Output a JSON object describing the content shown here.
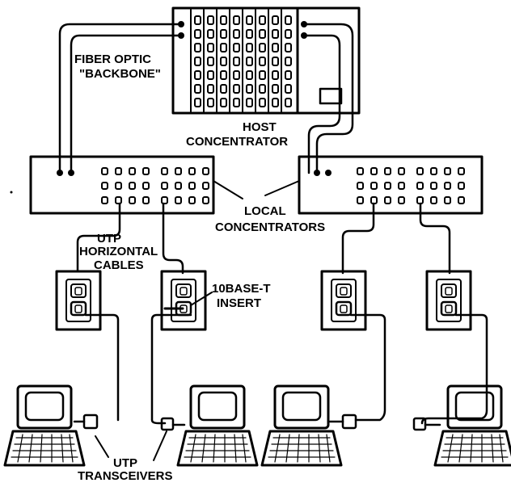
{
  "labels": {
    "fiber_line1": "FIBER OPTIC",
    "fiber_line2": "\"BACKBONE\"",
    "host_line1": "HOST",
    "host_line2": "CONCENTRATOR",
    "local_line1": "LOCAL",
    "local_line2": "CONCENTRATORS",
    "utp_line1": "UTP",
    "utp_line2": "HORIZONTAL",
    "utp_line3": "CABLES",
    "insert_line1": "10BASE-T",
    "insert_line2": "INSERT",
    "trans_line1": "UTP",
    "trans_line2": "TRANSCEIVERS"
  },
  "colors": {
    "ink": "#000000",
    "paper": "#ffffff"
  }
}
